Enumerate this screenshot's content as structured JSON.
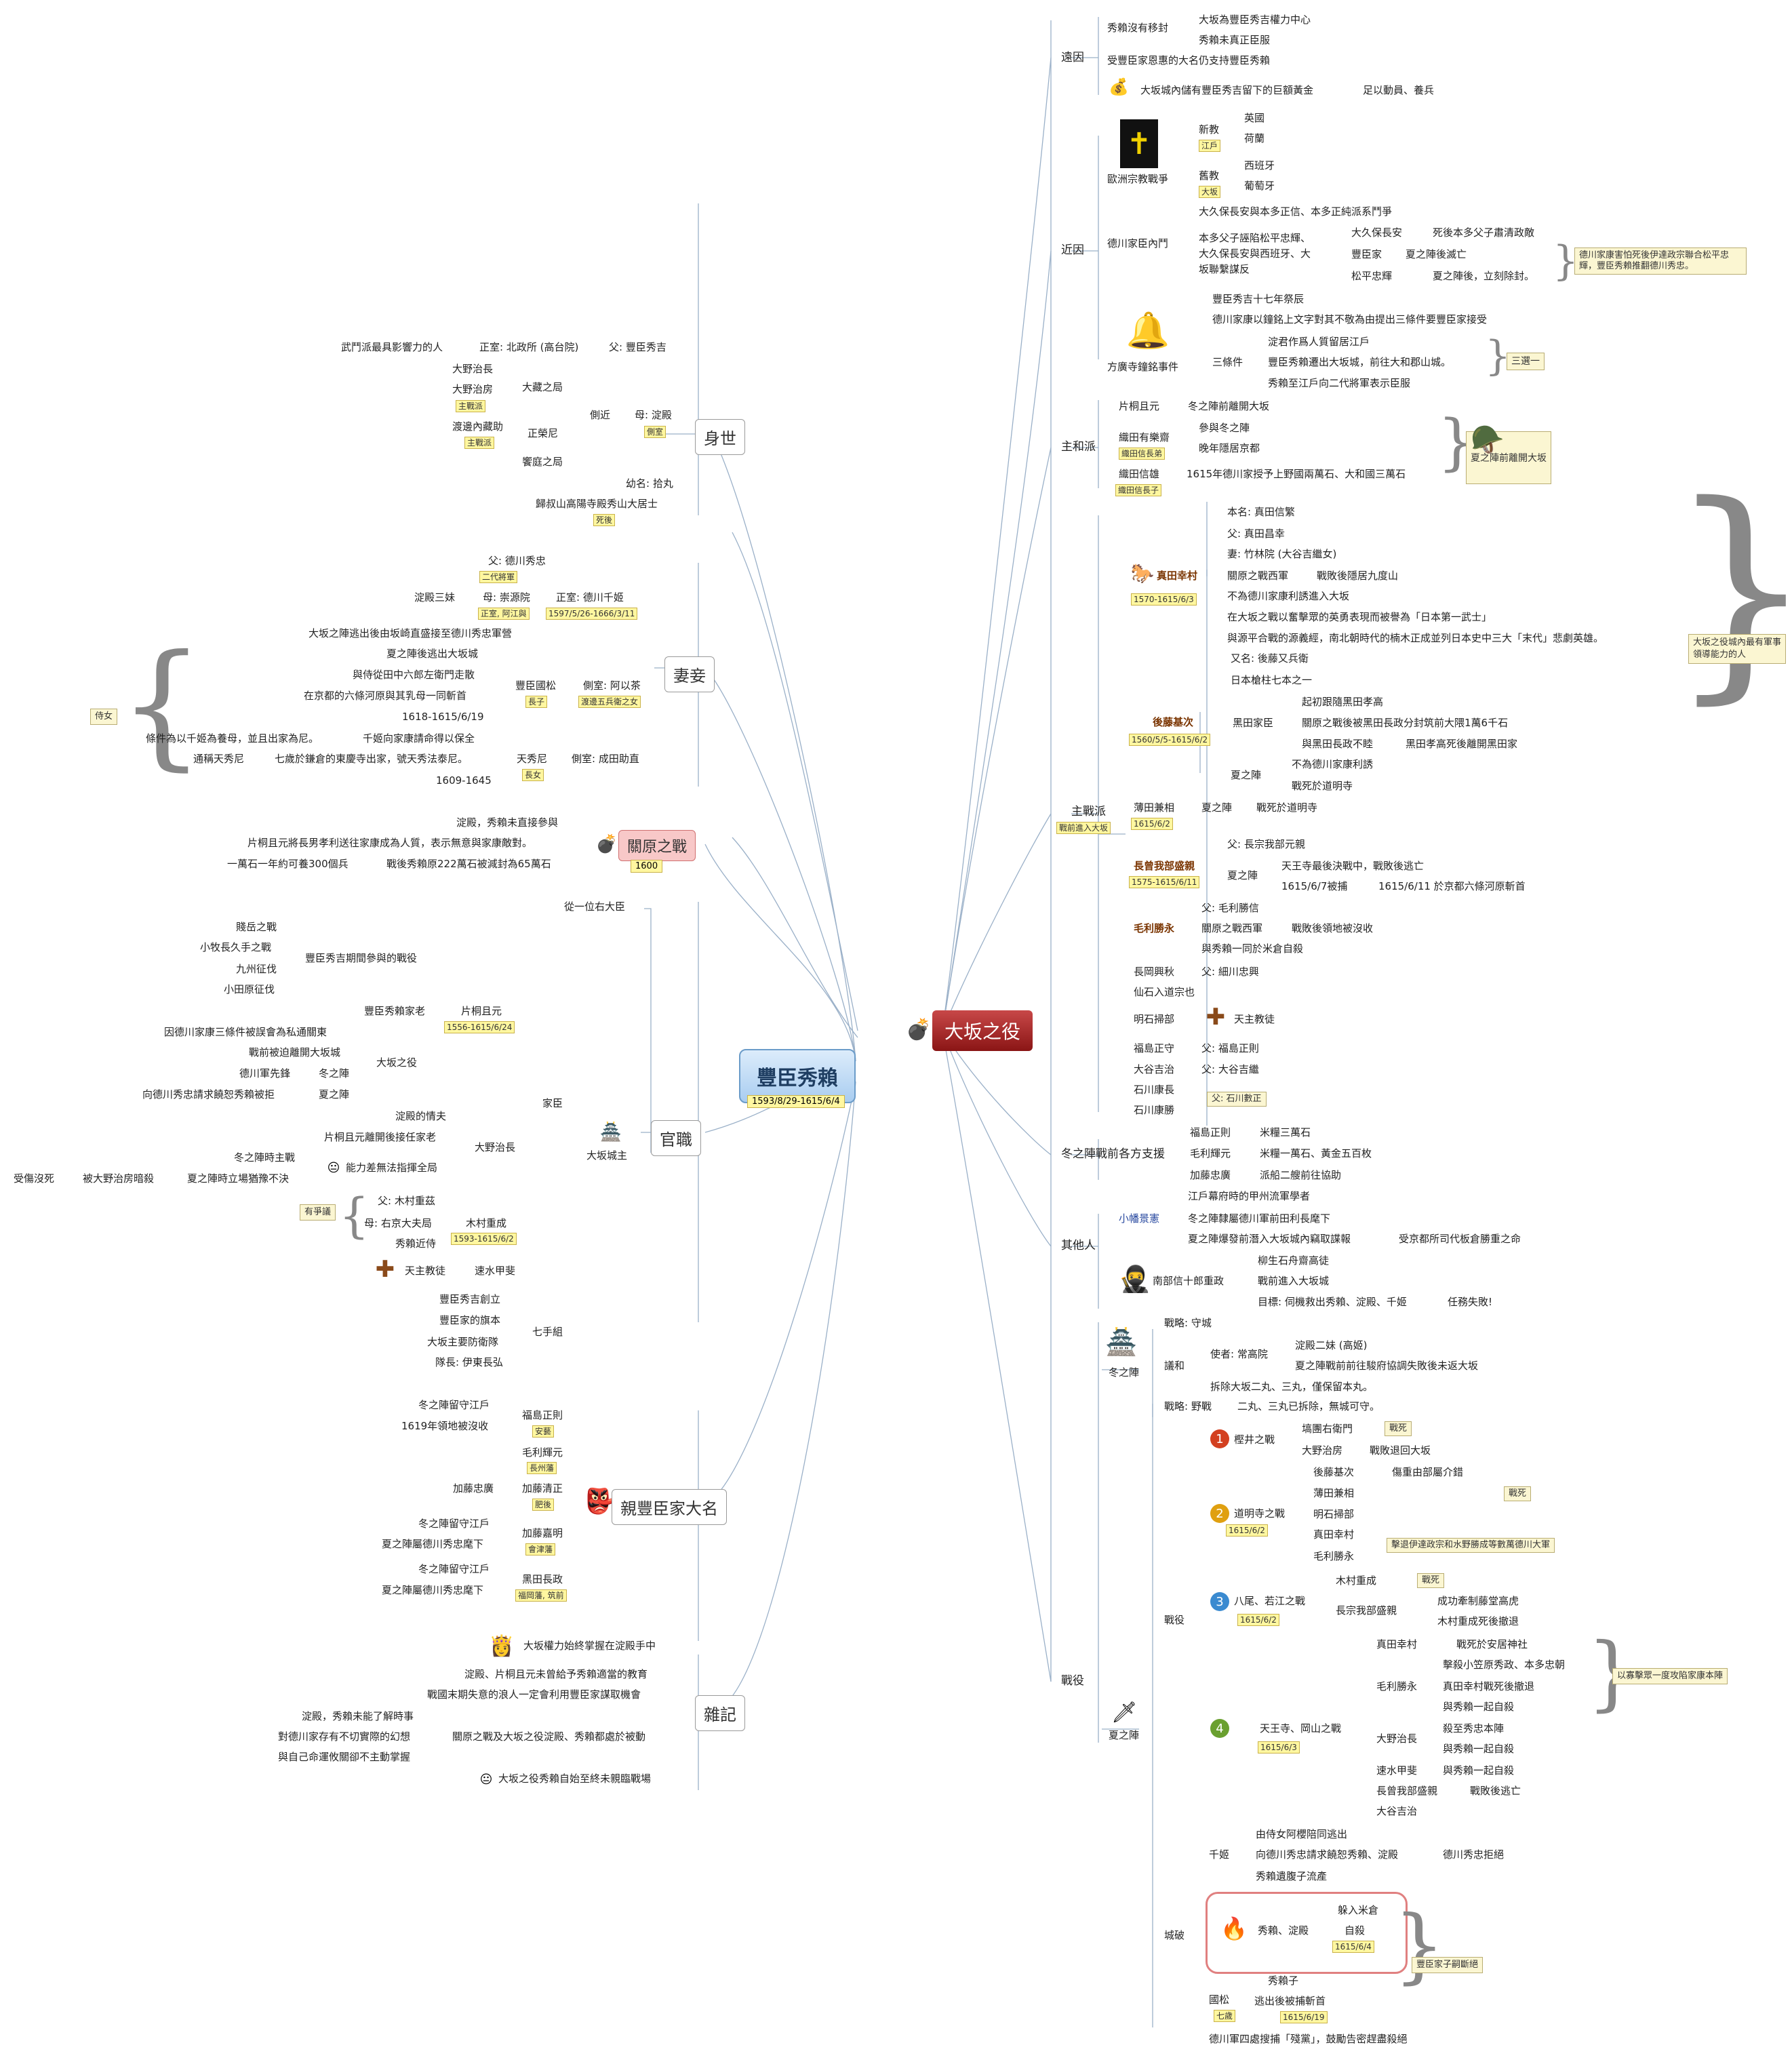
{
  "center": {
    "title": "豐臣秀賴",
    "dates": "1593/8/29-1615/6/4"
  },
  "right_main": "大坂之役",
  "left_branches": {
    "shensei": "身世",
    "qiqie": "妻妾",
    "guanyuan": "關原之戰",
    "guanyuan_year": "1600",
    "guanzhi": "官職",
    "qin": "親豐臣家大名",
    "zaji": "雜記"
  },
  "texts": {
    "yuan": "遠因",
    "jin": "近因",
    "zhuhe": "主和派",
    "zhuzhan": "主戰派",
    "zhuzhan_tag": "戰前進入大坂",
    "dongzhi": "冬之陣戰前各方支援",
    "qita": "其他人",
    "zhanyi": "戰役",
    "r1": "秀賴沒有移封",
    "r1a": "大坂為豐臣秀吉權力中心",
    "r1b": "秀賴未真正臣服",
    "r2": "受豐臣家恩惠的大名仍支持豐臣秀賴",
    "r3": "大坂城內儲有豐臣秀吉留下的巨額黃金",
    "r3a": "足以動員、養兵",
    "ouzhou": "歐洲宗教戰爭",
    "xinjiao": "新教",
    "jianghu": "江戶",
    "yingguo": "英國",
    "helan": "荷蘭",
    "jiujiao": "舊教",
    "dafan": "大坂",
    "xibanya": "西班牙",
    "putaoya": "葡萄牙",
    "dechuan": "德川家臣內鬥",
    "dc1": "大久保長安與本多正信、本多正純派系鬥爭",
    "dc2a": "本多父子誣陷松平忠輝、",
    "dc2b": "大久保長安與西班牙、大",
    "dc2c": "坂聯繫謀反",
    "dc3": "大久保長安",
    "dc3a": "死後本多父子肅清政敵",
    "dc4": "豐臣家",
    "dc4a": "夏之陣後滅亡",
    "dc5": "松平忠輝",
    "dc5a": "夏之陣後，立刻除封。",
    "dcnote": "德川家康害怕死後伊達政宗聯合松平忠輝，豐臣秀賴推翻德川秀忠。",
    "fangguang": "方廣寺鐘銘事件",
    "fg1": "豐臣秀吉十七年祭辰",
    "fg2": "德川家康以鐘銘上文字對其不敬為由提出三條件要豐臣家接受",
    "fg3": "三條件",
    "fg3a": "淀君作爲人質留居江戶",
    "fg3b": "豐臣秀賴遷出大坂城，前往大和郡山城。",
    "fg3c": "秀賴至江戶向二代將軍表示臣服",
    "fgnote": "三選一",
    "zh1": "片桐且元",
    "zh1a": "冬之陣前離開大坂",
    "zh2": "織田有樂齋",
    "zh2t": "織田信長弟",
    "zh2a": "參與冬之陣",
    "zh2b": "晚年隱居京都",
    "zh3": "織田信雄",
    "zh3t": "織田信長子",
    "zh3a": "1615年德川家授予上野國兩萬石、大和國三萬石",
    "zhnote": "夏之陣前離開大坂",
    "zt1": "真田幸村",
    "zt1d": "1570-1615/6/3",
    "zt1a": "本名: 真田信繁",
    "zt1b": "父: 真田昌幸",
    "zt1c": "妻: 竹林院 (大谷吉繼女)",
    "zt1e": "關原之戰西軍",
    "zt1e2": "戰敗後隱居九度山",
    "zt1f": "不為德川家康利誘進入大坂",
    "zt1g": "在大坂之戰以奮擊眾的英勇表現而被譽為「日本第一武士」",
    "zt1h": "與源平合戰的源義經，南北朝時代的楠木正成並列日本史中三大「末代」悲劇英雄。",
    "ztnote": "大坂之役城內最有軍事領導能力的人",
    "zt2": "後藤基次",
    "zt2d": "1560/5/5-1615/6/2",
    "zt2a": "又名: 後藤又兵衛",
    "zt2b": "日本槍柱七本之一",
    "zt2c": "黑田家臣",
    "zt2c1": "起初跟隨黑田孝高",
    "zt2c2": "關原之戰後被黑田長政分封筑前大隈1萬6千石",
    "zt2c3": "與黑田長政不睦",
    "zt2c3a": "黑田孝高死後離開黑田家",
    "zt2e": "夏之陣",
    "zt2e1": "不為德川家康利誘",
    "zt2e2": "戰死於道明寺",
    "zt3": "薄田兼相",
    "zt3d": "1615/6/2",
    "zt3a": "夏之陣",
    "zt3b": "戰死於道明寺",
    "zt4": "長曾我部盛親",
    "zt4d": "1575-1615/6/11",
    "zt4a": "父: 長宗我部元親",
    "zt4b": "夏之陣",
    "zt4c": "天王寺最後決戰中，戰敗後逃亡",
    "zt4d1": "1615/6/7被捕",
    "zt4e": "1615/6/11 於京都六條河原斬首",
    "zt5": "毛利勝永",
    "zt5a": "父: 毛利勝信",
    "zt5b": "關原之戰西軍",
    "zt5b2": "戰敗後領地被沒收",
    "zt5c": "與秀賴一同於米倉自殺",
    "zt6": "長岡興秋",
    "zt6a": "父: 細川忠興",
    "zt7": "仙石入道宗也",
    "zt8": "明石掃部",
    "zt8a": "天主教徒",
    "zt9": "福島正守",
    "zt9a": "父: 福島正則",
    "zt10": "大谷吉治",
    "zt10a": "父: 大谷吉繼",
    "zt11": "石川康長",
    "zt12": "石川康勝",
    "zt12a": "父: 石川數正",
    "ds1": "福島正則",
    "ds1a": "米糧三萬石",
    "ds2": "毛利輝元",
    "ds2a": "米糧一萬石、黃金五百枚",
    "ds3": "加藤忠廣",
    "ds3a": "派船二艘前往協助",
    "qt1": "小幡景憲",
    "qt1a": "江戶幕府時的甲州流軍學者",
    "qt1b": "冬之陣隸屬德川軍前田利長麾下",
    "qt1c": "夏之陣爆發前潛入大坂城內竊取諜報",
    "qt1d": "受京都所司代板倉勝重之命",
    "qt2": "南部信十郎重政",
    "qt2a": "柳生石舟齋高徒",
    "qt2b": "戰前進入大坂城",
    "qt2c": "目標: 伺機救出秀賴、淀殿、千姬",
    "qt2d": "任務失敗!",
    "dong": "冬之陣",
    "dong1": "戰略: 守城",
    "dong2": "議和",
    "dong2a": "使者: 常高院",
    "dong2a1": "淀殿二妹 (高姬)",
    "dong2a2": "夏之陣戰前前往駿府協調失敗後未返大坂",
    "dong2b": "拆除大坂二丸、三丸，僅保留本丸。",
    "xia": "夏之陣",
    "xia1": "戰略: 野戰",
    "xia1a": "二丸、三丸已拆除，無城可守。",
    "xia2": "戰役",
    "b1": "樫井之戰",
    "b1a": "塙團右衛門",
    "b1b": "大野治房",
    "b1b1": "戰敗退回大坂",
    "b1note": "戰死",
    "b2": "道明寺之戰",
    "b2d": "1615/6/2",
    "b2a": "後藤基次",
    "b2a1": "傷重由部屬介錯",
    "b2b": "薄田兼相",
    "b2c": "明石掃部",
    "b2d1": "真田幸村",
    "b2e": "毛利勝永",
    "b2note": "戰死",
    "b2note2": "擊退伊達政宗和水野勝成等數萬德川大軍",
    "b3": "八尾、若江之戰",
    "b3d": "1615/6/2",
    "b3a": "木村重成",
    "b3note": "戰死",
    "b3b": "長宗我部盛親",
    "b3b1": "成功牽制藤堂高虎",
    "b3b2": "木村重成死後撤退",
    "b4": "天王寺、岡山之戰",
    "b4d": "1615/6/3",
    "b4a": "真田幸村",
    "b4a1": "戰死於安居神社",
    "b4b": "毛利勝永",
    "b4b1": "擊殺小笠原秀政、本多忠朝",
    "b4b2": "真田幸村戰死後撤退",
    "b4b3": "與秀賴一起自殺",
    "b4c": "大野治長",
    "b4c1": "殺至秀忠本陣",
    "b4c2": "與秀賴一起自殺",
    "b4d1": "速水甲斐",
    "b4d1a": "與秀賴一起自殺",
    "b4e": "長曾我部盛親",
    "b4e1": "戰敗後逃亡",
    "b4f": "大谷吉治",
    "b4note": "以寡擊眾一度攻陷家康本陣",
    "cp": "城破",
    "cp1": "千姬",
    "cp1a": "由侍女阿櫻陪同逃出",
    "cp1b": "向德川秀忠請求饒恕秀賴、淀殿",
    "cp1b1": "德川秀忠拒絕",
    "cp1c": "秀賴遺腹子流產",
    "cp2": "秀賴、淀殿",
    "cp2a": "躲入米倉",
    "cp2b": "自殺",
    "cp2d": "1615/6/4",
    "cpnote": "豐臣家子嗣斷絕",
    "cp3": "國松",
    "cp3t": "七歲",
    "cp3a": "秀賴子",
    "cp3b": "逃出後被捕斬首",
    "cp3d": "1615/6/19",
    "cp4": "德川軍四處搜捕「殘黨」，鼓勵告密趕盡殺絕",
    "s1": "武鬥派最具影響力的人",
    "s1a": "正室: 北政所 (高台院)",
    "s1b": "父: 豐臣秀吉",
    "s2": "母: 淀殿",
    "s2t": "側室",
    "s3": "側近",
    "s4": "大藏之局",
    "s4a": "大野治長",
    "s4b": "大野治房",
    "s4bt": "主戰派",
    "s5": "正榮尼",
    "s5a": "渡邊內藏助",
    "s5at": "主戰派",
    "s6": "饗庭之局",
    "s7": "幼名: 拾丸",
    "s8": "歸叔山高陽寺殿秀山大居士",
    "s8t": "死後",
    "q1": "父: 德川秀忠",
    "q1t": "二代將軍",
    "q2": "淀殿三妹",
    "q2a": "母: 崇源院",
    "q2at": "正室, 阿江與",
    "q3": "正室: 德川千姬",
    "q3d": "1597/5/26-1666/3/11",
    "q4": "大坂之陣逃出後由坂崎直盛接至德川秀忠軍營",
    "q5": "夏之陣後逃出大坂城",
    "q5a": "與侍從田中六郎左衛門走散",
    "q5b": "在京都的六條河原與其乳母一同斬首",
    "q5c": "1618-1615/6/19",
    "q6": "豐臣國松",
    "q6t": "長子",
    "q7": "側室: 阿以茶",
    "q7t": "渡邊五兵衛之女",
    "q8": "條件為以千姬為養母，並且出家為尼。",
    "q8a": "千姬向家康請命得以保全",
    "q9": "通稱天秀尼",
    "q9a": "七歲於鎌倉的東慶寺出家，號天秀法泰尼。",
    "q10": "天秀尼",
    "q10t": "長女",
    "q10d": "1609-1645",
    "q11": "側室: 成田助直",
    "qnote": "侍女",
    "g1": "淀殿，秀賴未直接參與",
    "g2": "片桐且元將長男孝利送往家康成為人質，表示無意與家康敵對。",
    "g3": "一萬石一年約可養300個兵",
    "g3a": "戰後秀賴原222萬石被減封為65萬石",
    "gz1": "從一位右大臣",
    "gz2": "大坂城主",
    "gz3": "家臣",
    "gz4": "片桐且元",
    "gz4d": "1556-1615/6/24",
    "gz5": "豐臣秀吉期間參與的戰役",
    "gz5a": "賤岳之戰",
    "gz5b": "小牧長久手之戰",
    "gz5c": "九州征伐",
    "gz5d": "小田原征伐",
    "gz6": "豐臣秀賴家老",
    "gz7": "大坂之役",
    "gz7a": "因德川家康三條件被誤會為私通關東",
    "gz7b": "戰前被迫離開大坂城",
    "gz7c": "德川軍先鋒",
    "gz7c1": "冬之陣",
    "gz7d": "向德川秀忠請求饒恕秀賴被拒",
    "gz7d1": "夏之陣",
    "gz8": "大野治長",
    "gz8a": "淀殿的情夫",
    "gz8b": "片桐且元離開後接任家老",
    "gz8c": "能力差無法指揮全局",
    "gz8c1": "冬之陣時主戰",
    "gz8d": "夏之陣時立場猶豫不決",
    "gz8d1": "被大野治房暗殺",
    "gz8d2": "受傷沒死",
    "gz9": "木村重成",
    "gz9d": "1593-1615/6/2",
    "gz9a": "父: 木村重茲",
    "gz9b": "母: 右京大夫局",
    "gz9c": "秀賴近侍",
    "gz9note": "有爭議",
    "gz10": "速水甲斐",
    "gz10a": "天主教徒",
    "gz11": "七手組",
    "gz11a": "豐臣秀吉創立",
    "gz11b": "豐臣家的旗本",
    "gz11c": "大坂主要防衛隊",
    "gz11d": "隊長: 伊東長弘",
    "qn1": "福島正則",
    "qn1t": "安藝",
    "qn1a": "冬之陣留守江戶",
    "qn1b": "1619年領地被沒收",
    "qn2": "毛利輝元",
    "qn2t": "長州藩",
    "qn3": "加藤清正",
    "qn3t": "肥後",
    "qn3a": "加藤忠廣",
    "qn4": "加藤嘉明",
    "qn4t": "會津藩",
    "qn4a": "冬之陣留守江戶",
    "qn4b": "夏之陣屬德川秀忠麾下",
    "qn5": "黑田長政",
    "qn5t": "福岡藩, 筑前",
    "qn5a": "冬之陣留守江戶",
    "qn5b": "夏之陣屬德川秀忠麾下",
    "zj1": "大坂權力始終掌握在淀殿手中",
    "zj2": "淀殿、片桐且元未曾給予秀賴適當的教育",
    "zj3": "戰國末期失意的浪人一定會利用豐臣家謀取機會",
    "zj4": "關原之戰及大坂之役淀殿、秀賴都處於被動",
    "zj4a": "淀殿，秀賴未能了解時事",
    "zj4b": "對德川家存有不切實際的幻想",
    "zj4c": "與自己命運攸關卻不主動掌握",
    "zj5": "大坂之役秀賴自始至終未親臨戰場"
  },
  "colors": {
    "accent": "#8a1515",
    "center": "#a9cdf0",
    "tag": "#fff7a0",
    "note": "#fbf6d2",
    "link": "#4d7bb0"
  }
}
